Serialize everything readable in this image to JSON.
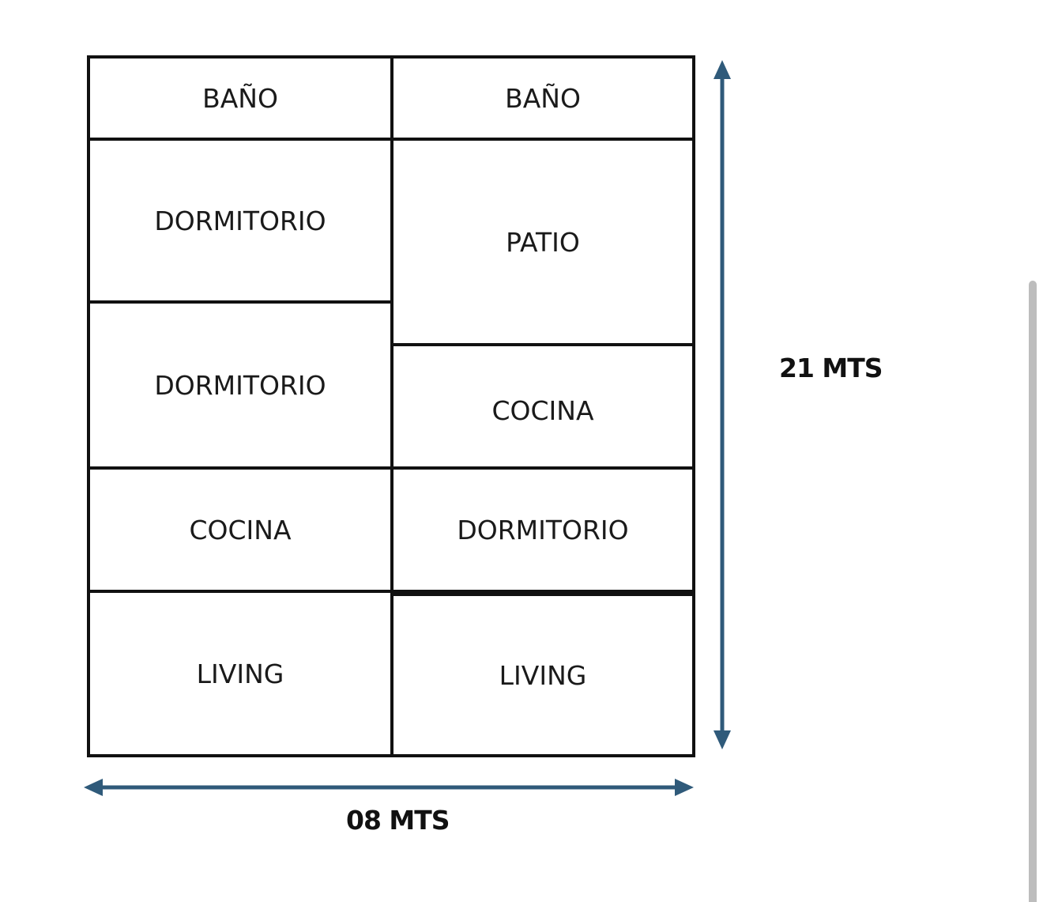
{
  "rooms": {
    "left": {
      "bano": "BAÑO",
      "dormitorio_1": "DORMITORIO",
      "dormitorio_2": "DORMITORIO",
      "cocina": "COCINA",
      "living": "LIVING"
    },
    "right": {
      "bano": "BAÑO",
      "patio": "PATIO",
      "cocina": "COCINA",
      "dormitorio": "DORMITORIO",
      "living": "LIVING"
    }
  },
  "dimensions": {
    "height_label": "21 MTS",
    "width_label": "08 MTS"
  },
  "colors": {
    "wall": "#111111",
    "arrow": "#2f5a7a",
    "scrollbar": "#bdbdbd"
  }
}
